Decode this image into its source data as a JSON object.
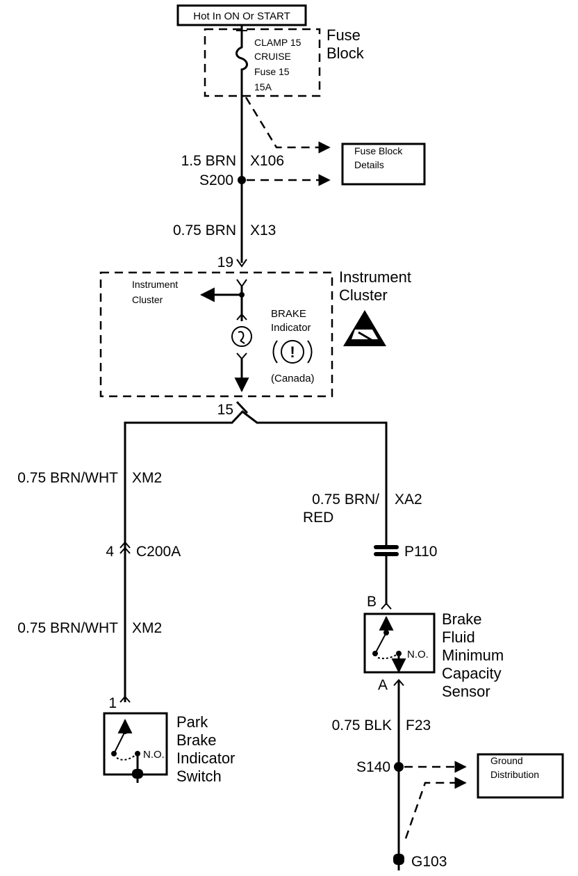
{
  "header": {
    "power_label": "Hot In ON Or START"
  },
  "fuse_block": {
    "title_line1": "Fuse",
    "title_line2": "Block",
    "fuse_line1": "CLAMP 15",
    "fuse_line2": "CRUISE",
    "fuse_line3": "Fuse 15",
    "fuse_line4": "15A"
  },
  "fuse_block_details": {
    "line1": "Fuse Block",
    "line2": "Details"
  },
  "wires": {
    "w1_gauge": "1.5 BRN",
    "w1_circuit": "X106",
    "splice_s200": "S200",
    "w2_gauge": "0.75 BRN",
    "w2_circuit": "X13",
    "left_gauge_top": "0.75 BRN/WHT",
    "left_circuit_top": "XM2",
    "left_gauge_bottom": "0.75 BRN/WHT",
    "left_circuit_bottom": "XM2",
    "right_gauge_line1": "0.75 BRN/",
    "right_gauge_line2": "RED",
    "right_circuit": "XA2",
    "ground_gauge": "0.75 BLK",
    "ground_circuit": "F23",
    "splice_s140": "S140",
    "ground_g103": "G103"
  },
  "instrument_cluster": {
    "pin_in": "19",
    "pin_out": "15",
    "title_line1": "Instrument",
    "title_line2": "Cluster",
    "internal_line1": "Instrument",
    "internal_line2": "Cluster",
    "brake_line1": "BRAKE",
    "brake_line2": "Indicator",
    "canada": "(Canada)",
    "warning_glyph": "!"
  },
  "connectors": {
    "c200a_pin": "4",
    "c200a": "C200A",
    "p110": "P110",
    "sensor_pin_b": "B",
    "sensor_pin_a": "A",
    "switch_pin": "1"
  },
  "brake_sensor": {
    "line1": "Brake",
    "line2": "Fluid",
    "line3": "Minimum",
    "line4": "Capacity",
    "line5": "Sensor",
    "no": "N.O."
  },
  "park_switch": {
    "line1": "Park",
    "line2": "Brake",
    "line3": "Indicator",
    "line4": "Switch",
    "no": "N.O."
  },
  "ground_distribution": {
    "line1": "Ground",
    "line2": "Distribution"
  },
  "icons": [
    "esd-warning-icon",
    "brake-warning-icon",
    "bulb-icon",
    "switch-icon"
  ]
}
